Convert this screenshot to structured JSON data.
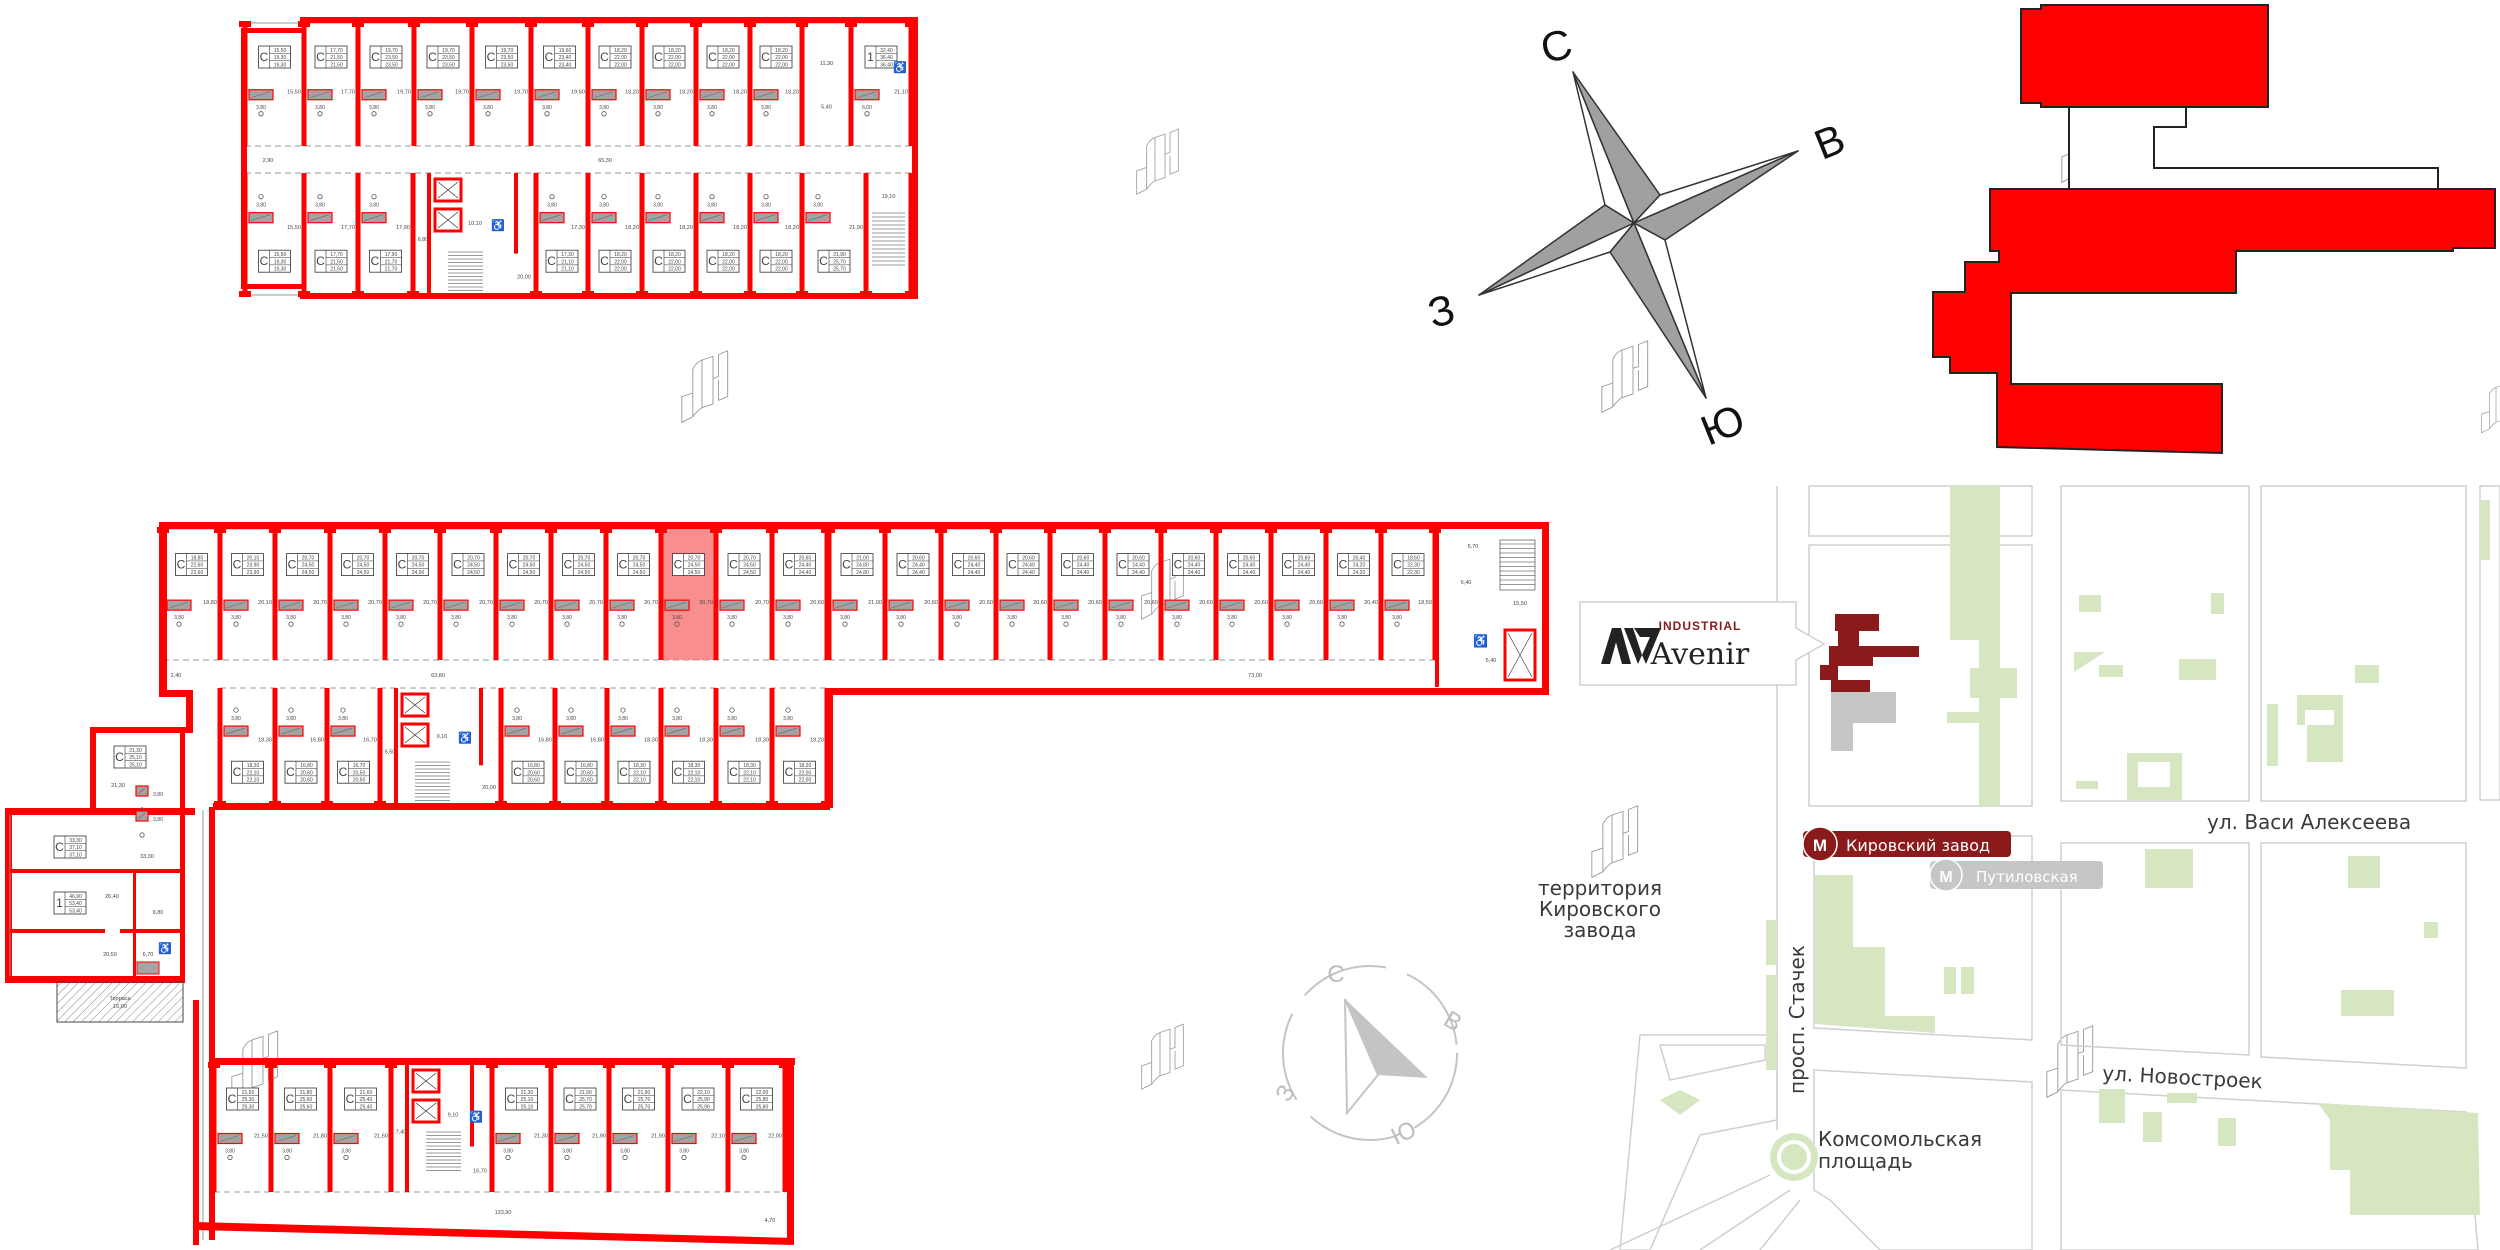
{
  "colors": {
    "wall": "#ff0000",
    "highlight": "#f77a7a",
    "bath": "#a3a3a3",
    "map_green": "#d6e6c0",
    "brand": "#8b1a1a",
    "metro_secondary": "#c6c6c6",
    "map_lines": "#cfcfcf"
  },
  "compass": {
    "north": "С",
    "east": "В",
    "south": "Ю",
    "west": "З"
  },
  "mini_compass": {
    "north": "С",
    "east": "В",
    "south": "Ю",
    "west": "З"
  },
  "top_plan": {
    "corridor_area": "65,30",
    "stub_area": "2,90",
    "top_row": [
      {
        "type": "C",
        "box": [
          "15,50",
          "19,30",
          "19,30"
        ],
        "area": "15,50",
        "wc": "3,80"
      },
      {
        "type": "C",
        "box": [
          "17,70",
          "21,50",
          "21,50"
        ],
        "area": "17,70",
        "wc": "3,80"
      },
      {
        "type": "C",
        "box": [
          "19,70",
          "23,50",
          "23,50"
        ],
        "area": "19,70",
        "wc": "3,80"
      },
      {
        "type": "C",
        "box": [
          "19,70",
          "23,50",
          "23,50"
        ],
        "area": "19,70",
        "wc": "3,80"
      },
      {
        "type": "C",
        "box": [
          "19,70",
          "23,50",
          "23,50"
        ],
        "area": "19,70",
        "wc": "3,80"
      },
      {
        "type": "C",
        "box": [
          "19,60",
          "23,40",
          "23,40"
        ],
        "area": "19,60",
        "wc": "3,80"
      },
      {
        "type": "C",
        "box": [
          "18,20",
          "22,00",
          "22,00"
        ],
        "area": "18,20",
        "wc": "3,80"
      },
      {
        "type": "C",
        "box": [
          "18,20",
          "22,00",
          "22,00"
        ],
        "area": "18,20",
        "wc": "3,80"
      },
      {
        "type": "C",
        "box": [
          "18,20",
          "22,00",
          "22,00"
        ],
        "area": "18,20",
        "wc": "3,80"
      },
      {
        "type": "C",
        "box": [
          "18,20",
          "22,00",
          "22,00"
        ],
        "area": "18,20",
        "wc": "3,80"
      },
      {
        "labels": [
          "11,30",
          "5,40"
        ]
      },
      {
        "type": "1",
        "box": [
          "32,40",
          "36,40",
          "36,40"
        ],
        "area": "21,10",
        "wc": "6,00",
        "accessible": true
      }
    ],
    "bottom_row": [
      {
        "type": "C",
        "box": [
          "15,50",
          "19,30",
          "19,30"
        ],
        "area": "15,50",
        "wc": "3,80"
      },
      {
        "type": "C",
        "box": [
          "17,70",
          "21,50",
          "21,50"
        ],
        "area": "17,70",
        "wc": "3,80"
      },
      {
        "type": "C",
        "box": [
          "17,90",
          "21,70",
          "21,70"
        ],
        "area": "17,90",
        "wc": "3,80"
      },
      {
        "core": [
          "6,80",
          "10,10",
          "20,00"
        ]
      },
      {
        "type": "C",
        "box": [
          "17,30",
          "21,10",
          "21,10"
        ],
        "area": "17,30",
        "wc": "3,80"
      },
      {
        "type": "C",
        "box": [
          "18,20",
          "22,00",
          "22,00"
        ],
        "area": "18,20",
        "wc": "3,80"
      },
      {
        "type": "C",
        "box": [
          "18,20",
          "22,00",
          "22,00"
        ],
        "area": "18,20",
        "wc": "3,80"
      },
      {
        "type": "C",
        "box": [
          "18,20",
          "22,00",
          "22,00"
        ],
        "area": "18,20",
        "wc": "3,80"
      },
      {
        "type": "C",
        "box": [
          "18,20",
          "22,00",
          "22,00"
        ],
        "area": "18,20",
        "wc": "3,80"
      },
      {
        "type": "C",
        "box": [
          "21,90",
          "25,70",
          "25,70"
        ],
        "area": "21,90",
        "wc": "3,80"
      },
      {
        "stair": "19,10"
      }
    ]
  },
  "main_plan": {
    "corridor_area": "63,80",
    "corridor_right_area": "73,00",
    "landing_area": "2,40",
    "service": [
      "5,70",
      "6,40",
      "15,50",
      "5,40"
    ],
    "top_row_left": [
      {
        "type": "C",
        "box": [
          "18,80",
          "22,60",
          "22,60"
        ],
        "area": "18,80",
        "wc": "3,80"
      },
      {
        "type": "C",
        "box": [
          "20,10",
          "23,90",
          "23,90"
        ],
        "area": "20,10",
        "wc": "3,80"
      },
      {
        "type": "C",
        "box": [
          "20,70",
          "24,50",
          "24,50"
        ],
        "area": "20,70",
        "wc": "3,80"
      },
      {
        "type": "C",
        "box": [
          "20,70",
          "24,50",
          "24,50"
        ],
        "area": "20,70",
        "wc": "3,80"
      },
      {
        "type": "C",
        "box": [
          "20,70",
          "24,50",
          "24,50"
        ],
        "area": "20,70",
        "wc": "3,80"
      },
      {
        "type": "C",
        "box": [
          "20,70",
          "24,50",
          "24,50"
        ],
        "area": "20,70",
        "wc": "3,80"
      },
      {
        "type": "C",
        "box": [
          "20,70",
          "24,50",
          "24,50"
        ],
        "area": "20,70",
        "wc": "3,80"
      },
      {
        "type": "C",
        "box": [
          "20,70",
          "24,50",
          "24,50"
        ],
        "area": "20,70",
        "wc": "3,80"
      },
      {
        "type": "C",
        "box": [
          "20,70",
          "24,50",
          "24,50"
        ],
        "area": "20,70",
        "wc": "3,80"
      },
      {
        "type": "C",
        "box": [
          "20,70",
          "24,50",
          "24,50"
        ],
        "area": "20,70",
        "wc": "3,80",
        "highlight": true
      },
      {
        "type": "C",
        "box": [
          "20,70",
          "24,50",
          "24,50"
        ],
        "area": "20,70",
        "wc": "3,80"
      },
      {
        "type": "C",
        "box": [
          "20,60",
          "24,40",
          "24,40"
        ],
        "area": "20,60",
        "wc": "3,80"
      }
    ],
    "top_row_right": [
      {
        "type": "C",
        "box": [
          "21,00",
          "24,80",
          "24,80"
        ],
        "area": "21,00",
        "wc": "3,80"
      },
      {
        "type": "C",
        "box": [
          "20,60",
          "24,40",
          "24,40"
        ],
        "area": "20,60",
        "wc": "3,80"
      },
      {
        "type": "C",
        "box": [
          "20,60",
          "24,40",
          "24,40"
        ],
        "area": "20,60",
        "wc": "3,80"
      },
      {
        "type": "C",
        "box": [
          "20,60",
          "24,40",
          "24,40"
        ],
        "area": "20,60",
        "wc": "3,80"
      },
      {
        "type": "C",
        "box": [
          "20,60",
          "24,40",
          "24,40"
        ],
        "area": "20,60",
        "wc": "3,80"
      },
      {
        "type": "C",
        "box": [
          "20,60",
          "24,40",
          "24,40"
        ],
        "area": "20,60",
        "wc": "3,80"
      },
      {
        "type": "C",
        "box": [
          "20,60",
          "24,40",
          "24,40"
        ],
        "area": "20,60",
        "wc": "3,80"
      },
      {
        "type": "C",
        "box": [
          "20,60",
          "24,40",
          "24,40"
        ],
        "area": "20,60",
        "wc": "3,80"
      },
      {
        "type": "C",
        "box": [
          "20,60",
          "24,40",
          "24,40"
        ],
        "area": "20,60",
        "wc": "3,80"
      },
      {
        "type": "C",
        "box": [
          "20,40",
          "24,20",
          "24,20"
        ],
        "area": "20,40",
        "wc": "3,80"
      },
      {
        "type": "C",
        "box": [
          "18,50",
          "22,30",
          "22,30"
        ],
        "area": "18,50",
        "wc": "3,80"
      }
    ],
    "bottom_row": [
      {
        "type": "C",
        "box": [
          "18,30",
          "22,10",
          "22,10"
        ],
        "area": "18,30",
        "wc": "3,80"
      },
      {
        "type": "C",
        "box": [
          "16,80",
          "20,60",
          "20,60"
        ],
        "area": "16,80",
        "wc": "3,80"
      },
      {
        "type": "C",
        "box": [
          "16,70",
          "20,50",
          "20,50"
        ],
        "area": "16,70",
        "wc": "3,80"
      },
      {
        "core": [
          "6,50",
          "9,10",
          "20,00"
        ]
      },
      {
        "type": "C",
        "box": [
          "16,80",
          "20,60",
          "20,60"
        ],
        "area": "16,80",
        "wc": "3,80"
      },
      {
        "type": "C",
        "box": [
          "16,80",
          "20,60",
          "20,60"
        ],
        "area": "16,80",
        "wc": "3,80"
      },
      {
        "type": "C",
        "box": [
          "18,30",
          "22,10",
          "22,10"
        ],
        "area": "18,30",
        "wc": "3,80"
      },
      {
        "type": "C",
        "box": [
          "18,30",
          "22,10",
          "22,10"
        ],
        "area": "18,30",
        "wc": "3,80"
      },
      {
        "type": "C",
        "box": [
          "18,30",
          "22,10",
          "22,10"
        ],
        "area": "18,30",
        "wc": "3,80"
      },
      {
        "type": "C",
        "box": [
          "18,20",
          "22,00",
          "22,00"
        ],
        "area": "18,20",
        "wc": "3,80"
      }
    ]
  },
  "left_wing": {
    "rooms": [
      {
        "type": "C",
        "box": [
          "21,30",
          "25,10",
          "25,10"
        ],
        "area": "21,30",
        "wc": [
          "3,80",
          "3,80"
        ]
      },
      {
        "type": "C",
        "box": [
          "33,30",
          "37,10",
          "37,10"
        ],
        "area": "33,30"
      },
      {
        "type": "1",
        "box": [
          "46,90",
          "53,40",
          "53,40"
        ],
        "area": "26,40",
        "extra": "9,80"
      },
      {
        "area": "20,50",
        "extra": "6,70",
        "accessible": true
      }
    ],
    "terrace_label": "Терраса",
    "terrace_area": "16,00"
  },
  "bottom_wing": {
    "corridor_area": "133,90",
    "end_area": "4,70",
    "rooms": [
      {
        "type": "C",
        "box": [
          "21,50",
          "25,30",
          "25,30"
        ],
        "area": "21,50",
        "wc": "3,80"
      },
      {
        "type": "C",
        "box": [
          "21,80",
          "25,60",
          "25,60"
        ],
        "area": "21,80",
        "wc": "3,80"
      },
      {
        "type": "C",
        "box": [
          "21,60",
          "25,40",
          "25,40"
        ],
        "area": "21,60",
        "wc": "3,90"
      },
      {
        "core": [
          "7,40",
          "9,10",
          "16,70"
        ]
      },
      {
        "type": "C",
        "box": [
          "21,30",
          "25,10",
          "25,10"
        ],
        "area": "21,30",
        "wc": "3,80"
      },
      {
        "type": "C",
        "box": [
          "21,90",
          "25,70",
          "25,70"
        ],
        "area": "21,90",
        "wc": "3,80"
      },
      {
        "type": "C",
        "box": [
          "21,90",
          "25,70",
          "25,70"
        ],
        "area": "21,90",
        "wc": "3,80"
      },
      {
        "type": "C",
        "box": [
          "22,10",
          "25,90",
          "25,90"
        ],
        "area": "22,10",
        "wc": "3,80"
      },
      {
        "type": "C",
        "box": [
          "22,00",
          "25,80",
          "25,80"
        ],
        "area": "22,00",
        "wc": "3,80"
      }
    ]
  },
  "map": {
    "logo": {
      "top": "INDUSTRIAL",
      "name": "Avenir"
    },
    "metro_main": {
      "badge": "М",
      "name": "Кировский завод"
    },
    "metro_secondary": {
      "badge": "М",
      "name": "Путиловская"
    },
    "street_vasi": "ул. Васи Алексеева",
    "street_novostroek": "ул. Новостроек",
    "avenue_stachek": "просп. Стачек",
    "territory": [
      "территория",
      "Кировского",
      "завода"
    ],
    "square": [
      "Комсомольская",
      "площадь"
    ]
  }
}
